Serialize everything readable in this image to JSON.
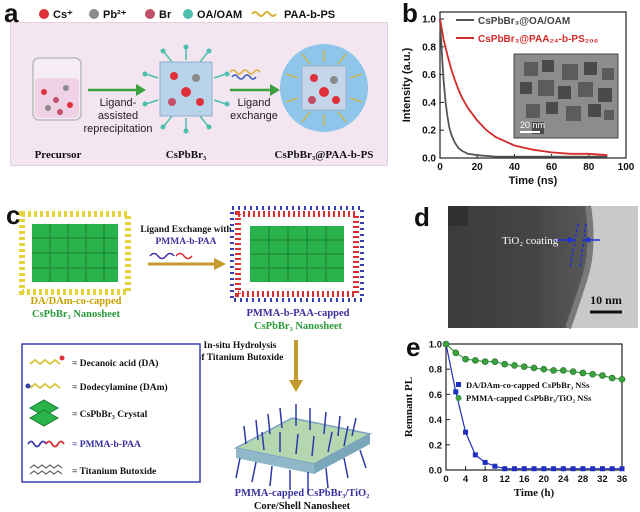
{
  "panel_a": {
    "label": "a",
    "legend": [
      {
        "symbol": "Cs⁺",
        "color": "#e0313a"
      },
      {
        "symbol": "Pb²⁺",
        "color": "#8a8a8a"
      },
      {
        "symbol": "Br",
        "color": "#c0506a"
      },
      {
        "symbol": "OA/OAM",
        "color": "#4cbfae"
      },
      {
        "symbol": "PAA-b-PS",
        "color": "#d9b13c"
      }
    ],
    "step1": [
      "Ligand-",
      "assisted",
      "reprecipitation"
    ],
    "step2": [
      "Ligand",
      "exchange"
    ],
    "names": [
      "Precursor",
      "CsPbBr₃",
      "CsPbBr₃@PAA-b-PS"
    ]
  },
  "panel_b": {
    "label": "b",
    "inset_scale": "20 nm",
    "chart_data": {
      "type": "line",
      "xlabel": "Time (ns)",
      "ylabel": "Intensity (a.u.)",
      "xlim": [
        0,
        100
      ],
      "ylim": [
        0,
        1.05
      ],
      "xticks": [
        "0",
        "20",
        "40",
        "60",
        "80",
        "100"
      ],
      "yticks": [
        "0.0",
        "0.2",
        "0.4",
        "0.6",
        "0.8",
        "1.0"
      ],
      "legend_position": "top-right",
      "series": [
        {
          "name": "CsPbBr₃@OA/OAM",
          "color": "#555555",
          "x": [
            0,
            1,
            2,
            3,
            4,
            5,
            6,
            8,
            10,
            12,
            15,
            20,
            30,
            40,
            60,
            90
          ],
          "y": [
            1.0,
            0.75,
            0.55,
            0.4,
            0.3,
            0.22,
            0.17,
            0.11,
            0.07,
            0.05,
            0.03,
            0.02,
            0.01,
            0.01,
            0.01,
            0.01
          ]
        },
        {
          "name": "CsPbBr₃@PAA₂₄-b-PS₂₀₆",
          "color": "#d42a2a",
          "x": [
            0,
            2,
            4,
            6,
            8,
            10,
            12,
            15,
            20,
            25,
            30,
            40,
            50,
            60,
            70,
            80,
            90
          ],
          "y": [
            1.0,
            0.85,
            0.74,
            0.64,
            0.56,
            0.49,
            0.43,
            0.36,
            0.27,
            0.2,
            0.15,
            0.09,
            0.06,
            0.04,
            0.03,
            0.03,
            0.02
          ]
        }
      ]
    }
  },
  "panel_c": {
    "label": "c",
    "left_caption": [
      "DA/DAm-co-capped",
      "CsPbBr₃ Nanosheet"
    ],
    "arrow1_lines": [
      "Ligand Exchange with",
      "PMMA-b-PAA"
    ],
    "right_caption": [
      "PMMA-b-PAA-capped",
      "CsPbBr₃ Nanosheet"
    ],
    "hydrolysis": [
      "In-situ Hydrolysis",
      "of Titanium Butoxide"
    ],
    "bottom_caption": [
      "PMMA-capped CsPbBr₃/TiO₂",
      "Core/Shell Nanosheet"
    ],
    "legend": [
      "= Decanoic acid (DA)",
      "= Dodecylamine (DAm)",
      "= CsPbBr₃ Crystal",
      "= PMMA-b-PAA",
      "= Titanium Butoxide"
    ]
  },
  "panel_d": {
    "label": "d",
    "coating_label": "TiO₂ coating",
    "scale_label": "10 nm"
  },
  "panel_e": {
    "label": "e",
    "chart_data": {
      "type": "line",
      "xlabel": "Time (h)",
      "ylabel": "Remnant PL",
      "xlim": [
        0,
        36
      ],
      "ylim": [
        0,
        1.0
      ],
      "xticks": [
        "0",
        "4",
        "8",
        "12",
        "16",
        "20",
        "24",
        "28",
        "32",
        "36"
      ],
      "yticks": [
        "0.0",
        "0.2",
        "0.4",
        "0.6",
        "0.8",
        "1.0"
      ],
      "legend_position": "middle-left",
      "series": [
        {
          "name": "DA/DAm-co-capped CsPbBr₃ NSs",
          "color": "#1f2fbf",
          "marker": "square",
          "x": [
            0,
            2,
            4,
            6,
            8,
            10,
            12,
            14,
            16,
            18,
            20,
            22,
            24,
            26,
            28,
            30,
            32,
            34,
            36
          ],
          "y": [
            1.0,
            0.62,
            0.3,
            0.12,
            0.06,
            0.03,
            0.01,
            0.01,
            0.01,
            0.01,
            0.01,
            0.01,
            0.01,
            0.01,
            0.01,
            0.01,
            0.01,
            0.01,
            0.01
          ]
        },
        {
          "name": "PMMA-capped CsPbBr₃/TiO₂ NSs",
          "color": "#3aa040",
          "marker": "circle",
          "x": [
            0,
            2,
            4,
            6,
            8,
            10,
            12,
            14,
            16,
            18,
            20,
            22,
            24,
            26,
            28,
            30,
            32,
            34,
            36
          ],
          "y": [
            1.0,
            0.93,
            0.88,
            0.87,
            0.86,
            0.86,
            0.84,
            0.83,
            0.82,
            0.81,
            0.8,
            0.79,
            0.79,
            0.78,
            0.77,
            0.76,
            0.75,
            0.73,
            0.72
          ]
        }
      ]
    }
  }
}
